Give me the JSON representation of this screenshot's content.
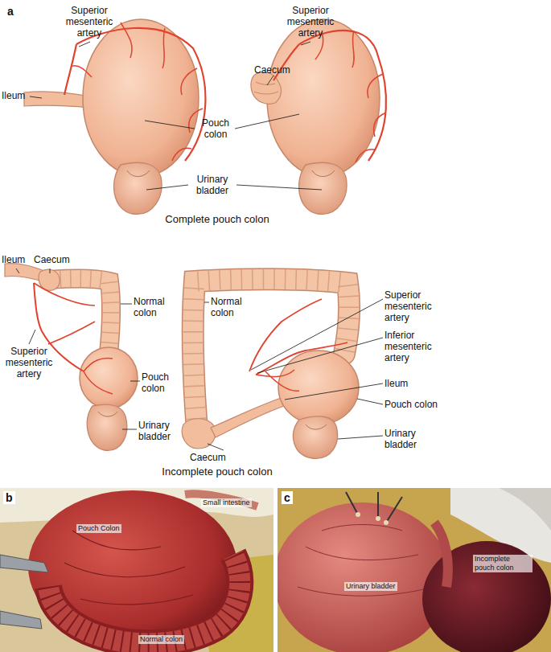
{
  "diagram": {
    "labels": [
      "a",
      "Superior mesenteric artery",
      "Ileum",
      "Pouch colon",
      "Urinary bladder",
      "Superior mesenteric artery",
      "Caecum",
      "Complete pouch colon",
      "Ileum",
      "Caecum",
      "Normal colon",
      "Superior mesenteric artery",
      "Pouch colon",
      "Urinary bladder",
      "Normal colon",
      "Superior mesenteric artery",
      "Inferior mesenteric artery",
      "Ileum",
      "Pouch colon",
      "Caecum",
      "Urinary bladder",
      "Incomplete pouch colon",
      "b",
      "Pouch Colon",
      "Small intestine",
      "Normal colon",
      "c",
      "Urinary bladder",
      "Incomplete pouch colon"
    ]
  }
}
